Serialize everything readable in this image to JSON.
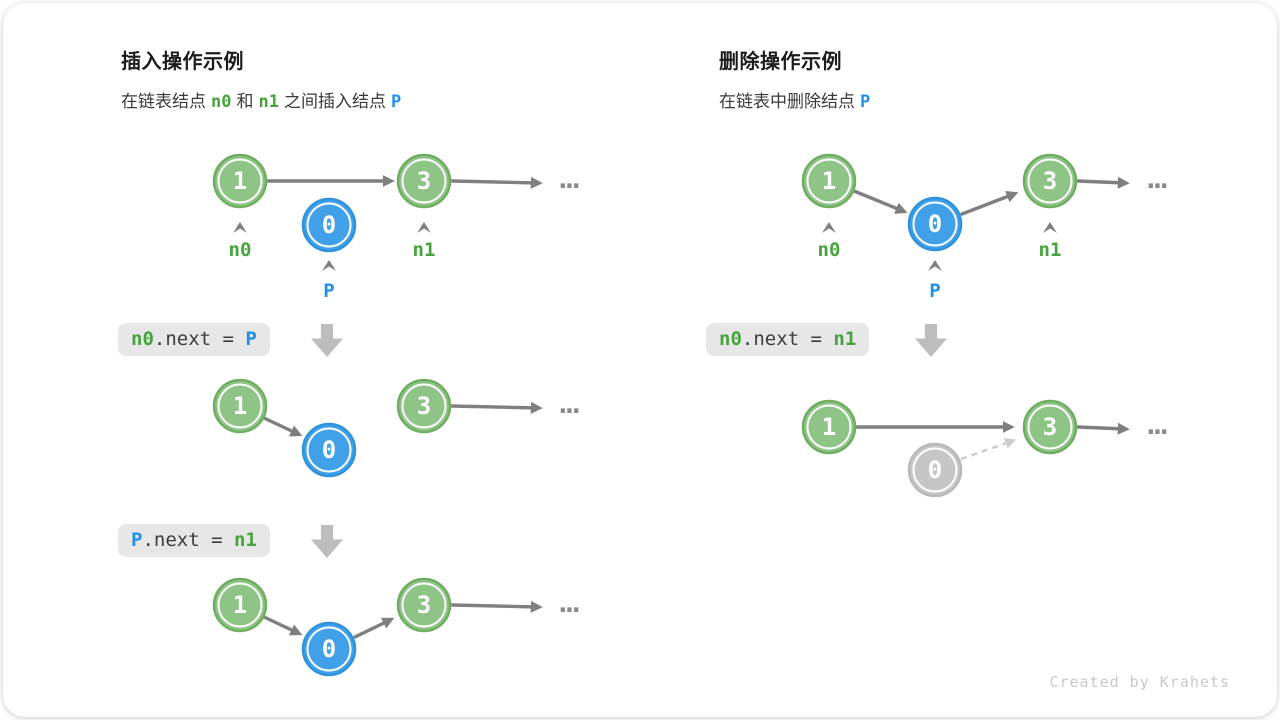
{
  "panels": {
    "left": {
      "title": "插入操作示例",
      "subtitle": {
        "t1": "在链表结点",
        "n0": "n0",
        "t2": "和",
        "n1": "n1",
        "t3": "之间插入结点",
        "p": "P"
      },
      "code1": {
        "lhs": "n0",
        "mid": ".next = ",
        "rhs": "P"
      },
      "code2": {
        "lhs": "P",
        "mid": ".next = ",
        "rhs": "n1"
      }
    },
    "right": {
      "title": "删除操作示例",
      "subtitle": {
        "t1": "在链表中删除结点",
        "p": "P"
      },
      "code1": {
        "lhs": "n0",
        "mid": ".next = ",
        "rhs": "n1"
      }
    }
  },
  "nodes": {
    "a": "1",
    "b": "3",
    "p": "0"
  },
  "labels": {
    "n0": "n0",
    "n1": "n1",
    "p": "P"
  },
  "ellipsis": "...",
  "credit": "Created by Krahets",
  "colors": {
    "node_green_fill": "#8FC487",
    "node_green_stroke": "#6FAE60",
    "node_blue_fill": "#41A1E8",
    "node_blue_stroke": "#2E93DD",
    "node_gray_fill": "#C6C6C6",
    "node_gray_stroke": "#B9B9B9",
    "label_green": "#47A33E",
    "label_blue": "#2090EA",
    "arrow_gray": "#7F7F7F",
    "arrow_dashed_gray": "#CCCCCC",
    "code_box_bg": "#E7E7E7",
    "code_text": "#3C3C3C",
    "block_arrow": "#BDBDBD",
    "credit_text": "#C9C9C9"
  }
}
